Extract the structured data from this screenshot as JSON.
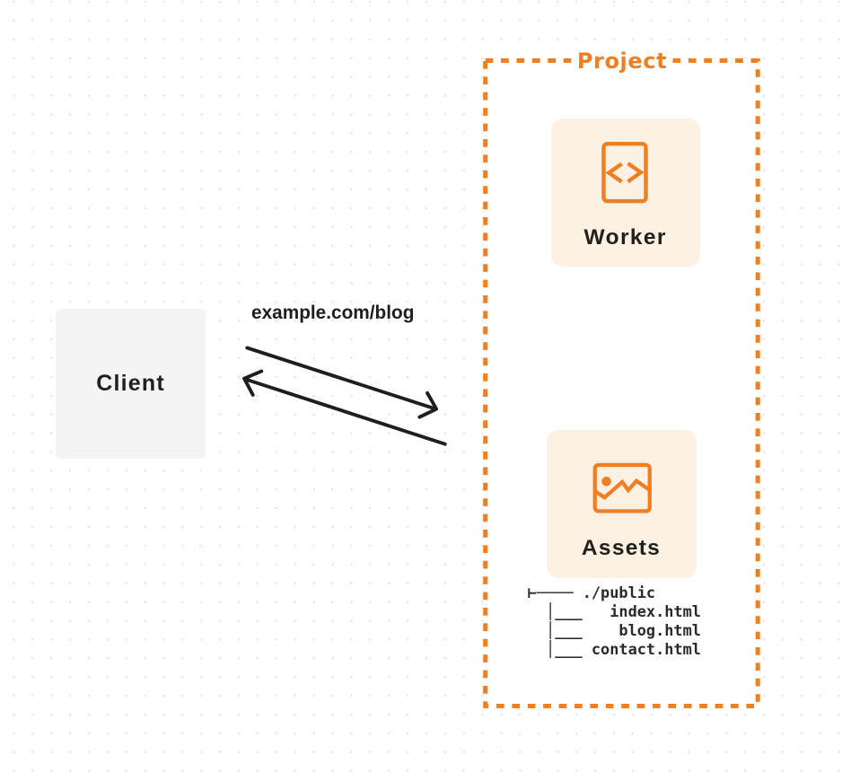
{
  "diagram": {
    "title": "Project",
    "project": {
      "label": "Project",
      "border_color": "#ee7f22",
      "nodes": [
        {
          "id": "worker",
          "label": "Worker",
          "icon": "code-file-icon"
        },
        {
          "id": "assets",
          "label": "Assets",
          "icon": "image-icon"
        }
      ]
    },
    "client": {
      "label": "Client"
    },
    "request": {
      "label": "example.com/blog",
      "from": "Client",
      "to": "Project"
    },
    "response": {
      "from": "Project",
      "to": "Client"
    },
    "file_tree": {
      "branch_prefix": "⊢────",
      "child_prefix": "│___",
      "root": "./public",
      "files": [
        "index.html",
        "blog.html",
        "contact.html"
      ]
    },
    "colors": {
      "orange": "#ee7f22",
      "card_fill": "#fdf1e4",
      "client_fill": "#f4f4f5",
      "dark_text": "#21201c",
      "arrow": "#1e1e1e",
      "dot_grid": "#e8e8e8",
      "background": "#ffffff"
    }
  }
}
